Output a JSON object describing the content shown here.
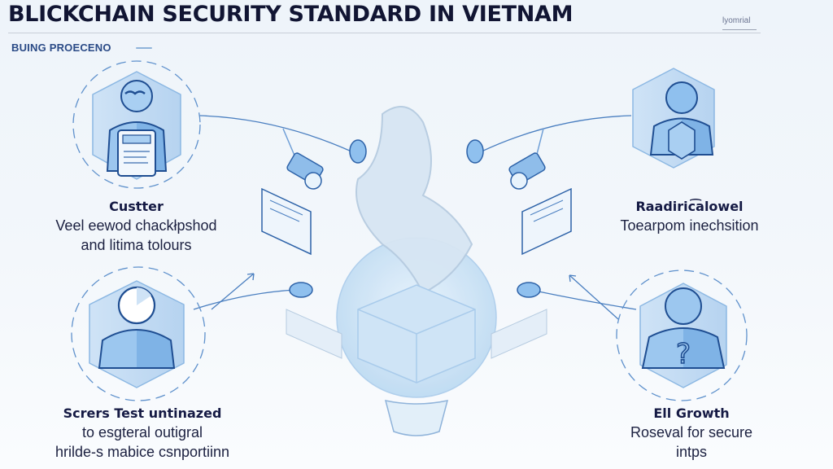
{
  "header": {
    "title": "BLICKCHAIN SECURITY STANDARD IN VIETNAM",
    "subtitle": "BUING PROECENO",
    "badge": "lyomrial"
  },
  "colors": {
    "title": "#111533",
    "subtitle": "#2a4a86",
    "accent_blue": "#3a78c4",
    "light_blue": "#b9d7f3",
    "outline_blue": "#1f4e92",
    "background": "#eef4fa"
  },
  "nodes": [
    {
      "id": "top-left",
      "icon": "person-with-document-icon",
      "heading": "Custter",
      "lines": [
        "Veel eewod chackłpshod",
        "and litima tolours"
      ]
    },
    {
      "id": "top-right",
      "icon": "person-with-backpack-icon",
      "heading": "Raadiric͡alowel",
      "lines": [
        "Toearpom inechsition"
      ]
    },
    {
      "id": "bottom-left",
      "icon": "user-profile-icon",
      "heading": "Scrers Test untinazed",
      "lines": [
        "to esgteral outigral",
        "hrilde-s mabice csnportiinn"
      ]
    },
    {
      "id": "bottom-right",
      "icon": "person-question-icon",
      "heading": "Ell Growth",
      "lines": [
        "Roseval for secure",
        "intps"
      ]
    }
  ],
  "center": {
    "icon": "vietnam-map-globe-icon"
  }
}
